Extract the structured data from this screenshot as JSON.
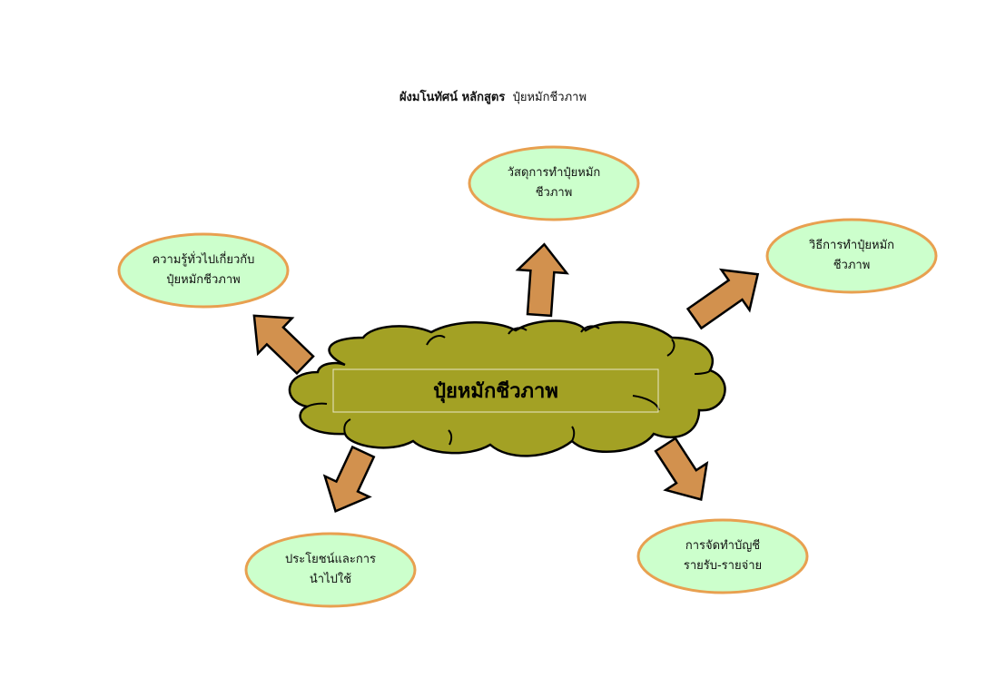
{
  "title": {
    "bold": "ผังมโนทัศน์ หลักสูตร",
    "normal": "ปุ๋ยหมักชีวภาพ"
  },
  "center": {
    "label": "ปุ๋ยหมักชีวภาพ",
    "fill": "#a3a124"
  },
  "nodes": {
    "materials": "วัสดุการทำปุ๋ยหมัก\nชีวภาพ",
    "general": "ความรู้ทั่วไปเกี่ยวกับ\nปุ๋ยหมักชีวภาพ",
    "method": "วิธีการทำปุ๋ยหมัก\nชีวภาพ",
    "benefits": "ประโยชน์และการ\nนำไปใช้",
    "accounting": "การจัดทำบัญชี\nรายรับ-รายจ่าย"
  },
  "colors": {
    "node_fill": "#ccffcc",
    "node_stroke": "#e8a050",
    "arrow_fill": "#d2914e"
  }
}
